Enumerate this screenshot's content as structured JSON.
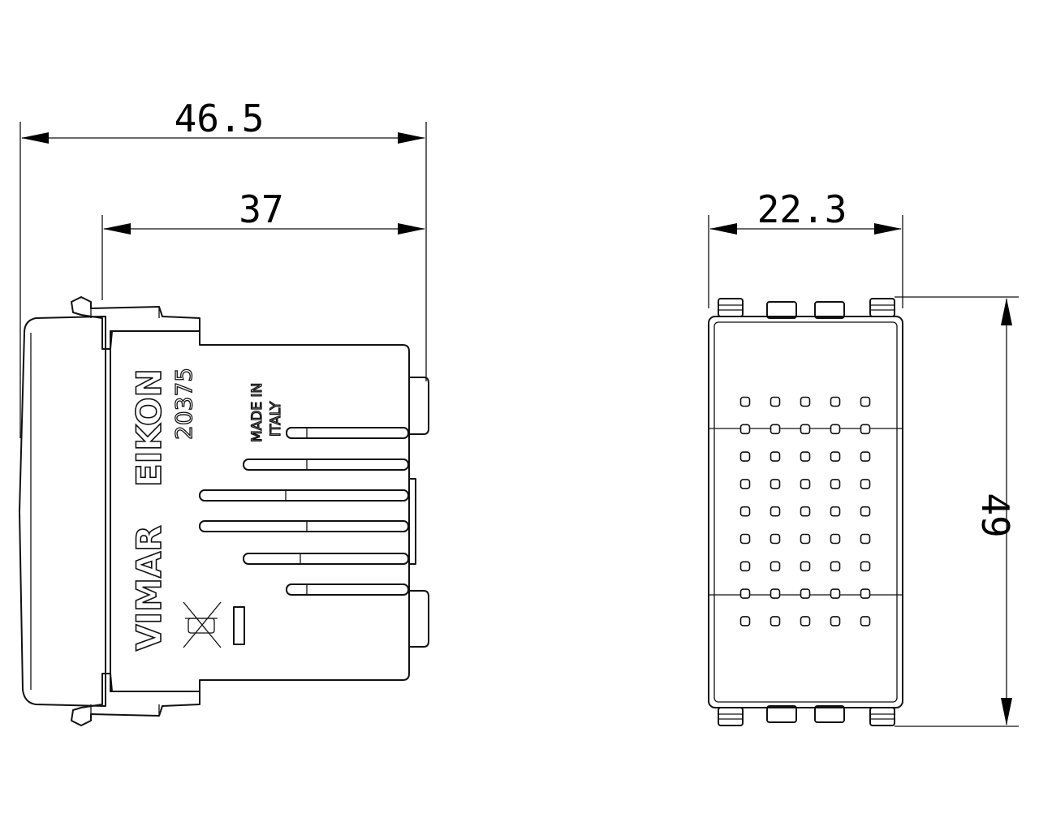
{
  "dimensions": {
    "overall_depth": "46.5",
    "body_depth": "37",
    "width": "22.3",
    "height": "49"
  },
  "markings": {
    "brand": "VIMAR",
    "series": "EIKON",
    "code": "20375",
    "origin_line1": "MADE IN",
    "origin_line2": "ITALY"
  },
  "grille": {
    "rows": 9,
    "cols": 5
  }
}
